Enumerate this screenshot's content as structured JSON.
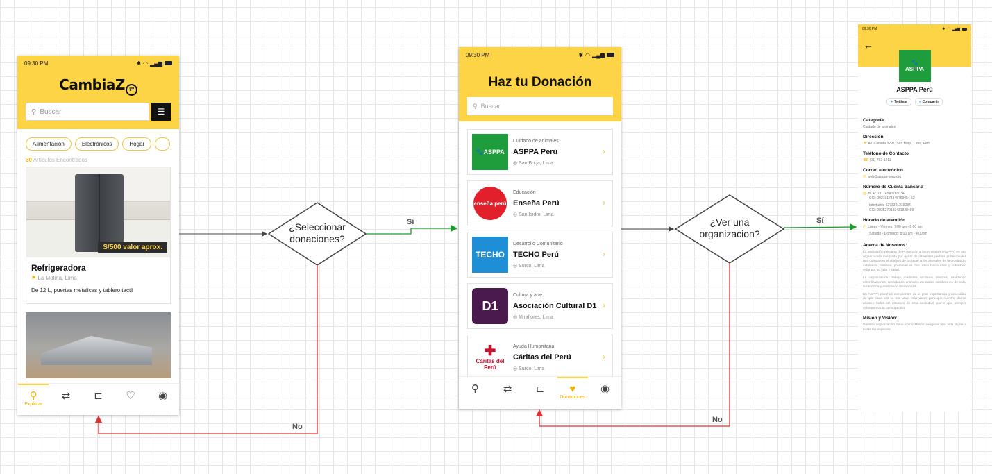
{
  "screen1": {
    "time": "09:30 PM",
    "brand": "CambiaZ",
    "search_placeholder": "Buscar",
    "chips": [
      "Alimentación",
      "Electrónicos",
      "Hogar"
    ],
    "found_count": "30",
    "found_text": "Artículos Encontrados",
    "product": {
      "price": "S/500 valor aprox.",
      "name": "Refrigeradora",
      "location": "La Molina, Lima",
      "description": "De 12 L, puertas metalicas y tablero tactil"
    },
    "tabs": [
      {
        "icon": "search-icon",
        "label": "Explorar"
      },
      {
        "icon": "exchange-icon",
        "label": ""
      },
      {
        "icon": "tag-icon",
        "label": ""
      },
      {
        "icon": "heart-icon",
        "label": ""
      },
      {
        "icon": "user-icon",
        "label": ""
      }
    ]
  },
  "screen2": {
    "time": "09:30 PM",
    "title": "Haz tu Donación",
    "search_placeholder": "Buscar",
    "organizations": [
      {
        "category": "Cuidado de animales",
        "name": "ASPPA Perú",
        "location": "San Borja, Lima",
        "logo": "ASPPA",
        "color": "#1f9c3c"
      },
      {
        "category": "Educación",
        "name": "Enseña Perú",
        "location": "San Isidro, Lima",
        "logo": "enseña perú",
        "color": "#e2202c"
      },
      {
        "category": "Desarrollo Comunitario",
        "name": "TECHO Perú",
        "location": "Surco, Lima",
        "logo": "TECHO",
        "color": "#1e8fd6"
      },
      {
        "category": "Cultura y arte",
        "name": "Asociación Cultural D1",
        "location": "Miraflores, Lima",
        "logo": "D1",
        "color": "#4a1a4f"
      },
      {
        "category": "Ayuda Humanitaria",
        "name": "Cáritas del Perú",
        "location": "Surco, Lima",
        "logo": "Cáritas del Perú",
        "color": "#c8102e"
      }
    ],
    "tabs": [
      {
        "icon": "search-icon",
        "label": ""
      },
      {
        "icon": "exchange-icon",
        "label": ""
      },
      {
        "icon": "tag-icon",
        "label": ""
      },
      {
        "icon": "donation-icon",
        "label": "Donaciones"
      },
      {
        "icon": "user-icon",
        "label": ""
      }
    ]
  },
  "screen3": {
    "time": "09:30 PM",
    "org_name": "ASPPA Perú",
    "logo_text": "ASPPA",
    "twitter_label": "Twittear",
    "share_label": "Compartir",
    "fields": [
      {
        "label": "Categoría",
        "lines": [
          "Cuidado de animales"
        ],
        "icon": ""
      },
      {
        "label": "Dirección",
        "lines": [
          "Av. Canada 3297, San Borja, Lima, Peru"
        ],
        "icon": "pin-icon"
      },
      {
        "label": "Teléfono de Contacto",
        "lines": [
          "(01) 793-1211"
        ],
        "icon": "phone-icon"
      },
      {
        "label": "Correo electrónico",
        "lines": [
          "web@asppa-peru.org"
        ],
        "icon": "mail-icon"
      },
      {
        "label": "Número de Cuenta Bancaria",
        "lines": [
          "BCP: 19174543765034",
          "CCI: 00219174345769054 52",
          "Interbank: 5273341319284",
          "CCI: 0035270133431928499"
        ],
        "icon": "bank-icon"
      },
      {
        "label": "Horario de atención",
        "lines": [
          "Lunes - Viernes: 7:00 am - 6:00 pm",
          "Sábado - Domingo: 8:00 am - 4:00pm"
        ],
        "icon": "clock-icon"
      }
    ],
    "about_label": "Acerca de Nosotros:",
    "about_paragraphs": [
      "La asociación peruana de Protección a los Animales (ASPPA) es una organización integrada por gente de diferentes perfiles profesionales que comparten el objetivo de proteger a los animales de la crueldad o indolencia humana, promover el trato ético hacia ellos y sobretodo velar por su vida y salud.",
      "La organización trabaja mediante acciones directas, realizando esterilizaciones, rescatando animales en malas condiciones de vida, curándolos y realizando donaciones.",
      "En ASPPA estamos conscientes de la gran importancia y necesidad de que cada vez se nos unan más voces para que nuestro clamor alcance todos los rincones de esta sociedad, por lo que siempre valoraremos tu participación."
    ],
    "mission_label": "Misión y Visión:",
    "mission_text": "Nuestra organizacion tiene como Misión asegurar una vida digna a todas las especies"
  },
  "flow": {
    "decision1": [
      "¿Seleccionar",
      "donaciones?"
    ],
    "decision2": [
      "¿Ver una",
      "organizacion?"
    ],
    "yes1": "Sí",
    "no1": "No",
    "yes2": "Sí",
    "no2": "No",
    "yes_color": "#1a9c2b",
    "no_color": "#e03030"
  }
}
